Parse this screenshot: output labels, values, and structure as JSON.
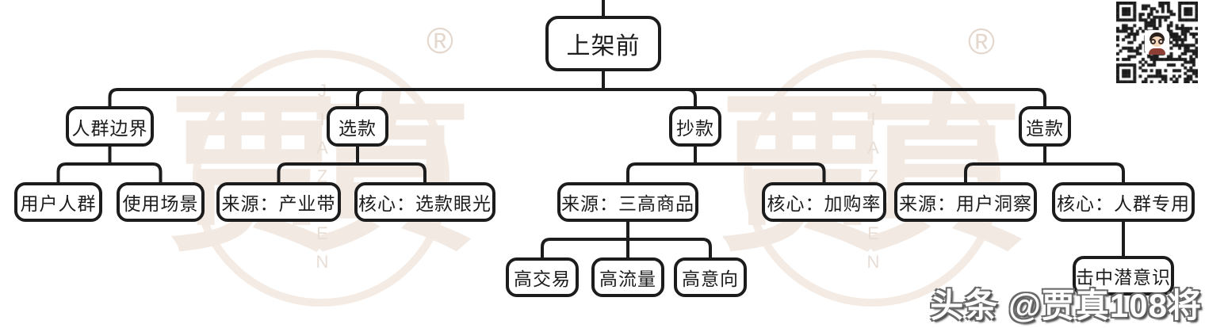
{
  "diagram": {
    "root": "上架前",
    "level2": {
      "audience_boundary": "人群边界",
      "pick_style": "选款",
      "copy_style": "抄款",
      "make_style": "造款"
    },
    "level3": {
      "user_audience": "用户人群",
      "usage_scenario": "使用场景",
      "source_industry_belt": "来源：产业带",
      "core_pick_vision": "核心：选款眼光",
      "source_three_high": "来源：三高商品",
      "core_cart_rate": "核心：加购率",
      "source_user_insight": "来源：用户洞察",
      "core_audience_dedicated": "核心：人群专用"
    },
    "level4": {
      "high_transaction": "高交易",
      "high_traffic": "高流量",
      "high_intent": "高意向",
      "hit_subconscious": "击中潜意识"
    }
  },
  "watermark": {
    "brand_char_left": "贾",
    "brand_char_right": "真",
    "brand_vertical_text": "JIAZHEN",
    "registered_mark": "®",
    "ring_color": "#f3ebe4",
    "glyph_color": "#f2e9e2",
    "line_color": "#1c1c1c"
  },
  "footer": {
    "credit": "头条 @贾真108将"
  }
}
